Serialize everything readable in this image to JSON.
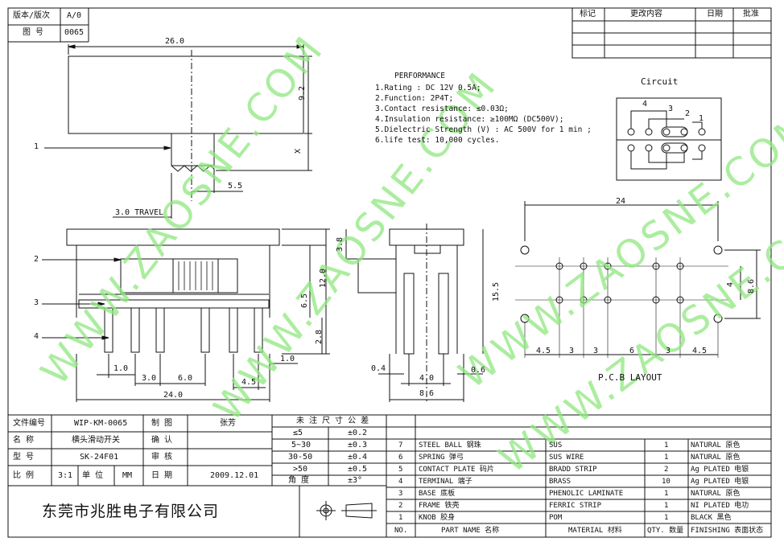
{
  "header_box": {
    "version_label": "版本/版次",
    "version_value": "A/0",
    "drawing_no_label": "图 号",
    "drawing_no_value": "0065"
  },
  "revision_table": {
    "headers": [
      "标记",
      "更改内容",
      "日期",
      "批准"
    ]
  },
  "performance": {
    "title": "PERFORMANCE",
    "lines": [
      "1.Rating : DC 12V 0.5A;",
      "2.Function: 2P4T;",
      "3.Contact resistance: ≤0.03Ω;",
      "4.Insulation resistance: ≥100MΩ (DC500V);",
      "5.Dielectric Strength (V) : AC 500V for 1 min ;",
      "6.life test: 10,000 cycles."
    ]
  },
  "circuit": {
    "title": "Circuit",
    "labels": [
      "4",
      "3",
      "2",
      "1"
    ]
  },
  "pcb": {
    "title": "P.C.B LAYOUT",
    "dims": {
      "top": "24",
      "right_small": "4",
      "right_big": "8.6",
      "bottom": [
        "4.5",
        "3",
        "3",
        "6",
        "3",
        "4.5"
      ]
    }
  },
  "top_view": {
    "width": "26.0",
    "height": "9.2",
    "x_label": "X",
    "offset": "5.5",
    "travel": "3.0 TRAVEL",
    "callout": "1"
  },
  "front_view": {
    "callouts": [
      "2",
      "3",
      "4"
    ],
    "dims": {
      "height": "12.0",
      "mid": "6.5",
      "pin": "2.8",
      "gap": "1.0",
      "left": "1.0",
      "pitch1": "3.0",
      "pitch2": "6.0",
      "end": "4.5",
      "total": "24.0"
    }
  },
  "side_view": {
    "dims": {
      "knob": "3.8",
      "height": "15.5",
      "pin": "0.4",
      "spacing": "4.0",
      "right": "0.6",
      "total": "8.6"
    }
  },
  "title_block": {
    "rows": [
      {
        "label": "文件编号",
        "value": "WIP-KM-0065",
        "label2": "制  图",
        "value2": "张芳"
      },
      {
        "label": "名   称",
        "value": "横头滑动开关",
        "label2": "确  认",
        "value2": ""
      },
      {
        "label": "型   号",
        "value": "SK-24F01",
        "label2": "审  核",
        "value2": ""
      },
      {
        "label": "比  例",
        "value": "3:1",
        "unit_label": "单  位",
        "unit_value": "MM",
        "label2": "日  期",
        "value2": "2009.12.01"
      }
    ],
    "company": "东莞市兆胜电子有限公司"
  },
  "tolerance": {
    "title": "未 注 尺 寸 公 差",
    "rows": [
      [
        "≤5",
        "±0.2"
      ],
      [
        "5~30",
        "±0.3"
      ],
      [
        "30-50",
        "±0.4"
      ],
      [
        ">50",
        "±0.5"
      ],
      [
        "角  度",
        "±3°"
      ]
    ]
  },
  "bom": {
    "rows": [
      {
        "no": "7",
        "part": "STEEL BALL  钢珠",
        "material": "SUS",
        "qty": "1",
        "finish": "NATURAL 原色"
      },
      {
        "no": "6",
        "part": "SPRING  弹弓",
        "material": "SUS WIRE",
        "qty": "1",
        "finish": "NATURAL 原色"
      },
      {
        "no": "5",
        "part": "CONTACT PLATE  码片",
        "material": "BRADD STRIP",
        "qty": "2",
        "finish": "Ag PLATED  电银"
      },
      {
        "no": "4",
        "part": "TERMINAL  端子",
        "material": "BRASS",
        "qty": "10",
        "finish": "Ag PLATED  电银"
      },
      {
        "no": "3",
        "part": "BASE  底板",
        "material": "PHENOLIC LAMINATE",
        "qty": "1",
        "finish": "NATURAL 原色"
      },
      {
        "no": "2",
        "part": "FRAME  铁壳",
        "material": "FERRIC STRIP",
        "qty": "1",
        "finish": "NI PLATED  电功"
      },
      {
        "no": "1",
        "part": "KNOB  胶身",
        "material": "POM",
        "qty": "1",
        "finish": "BLACK 黑色"
      }
    ],
    "header": {
      "no": "NO.",
      "part": "PART  NAME  名称",
      "material": "MATERIAL 材料",
      "qty": "QTY. 数量",
      "finish": "FINISHING 表面状态"
    }
  },
  "watermark": "WWW.ZAOSNE.COM"
}
